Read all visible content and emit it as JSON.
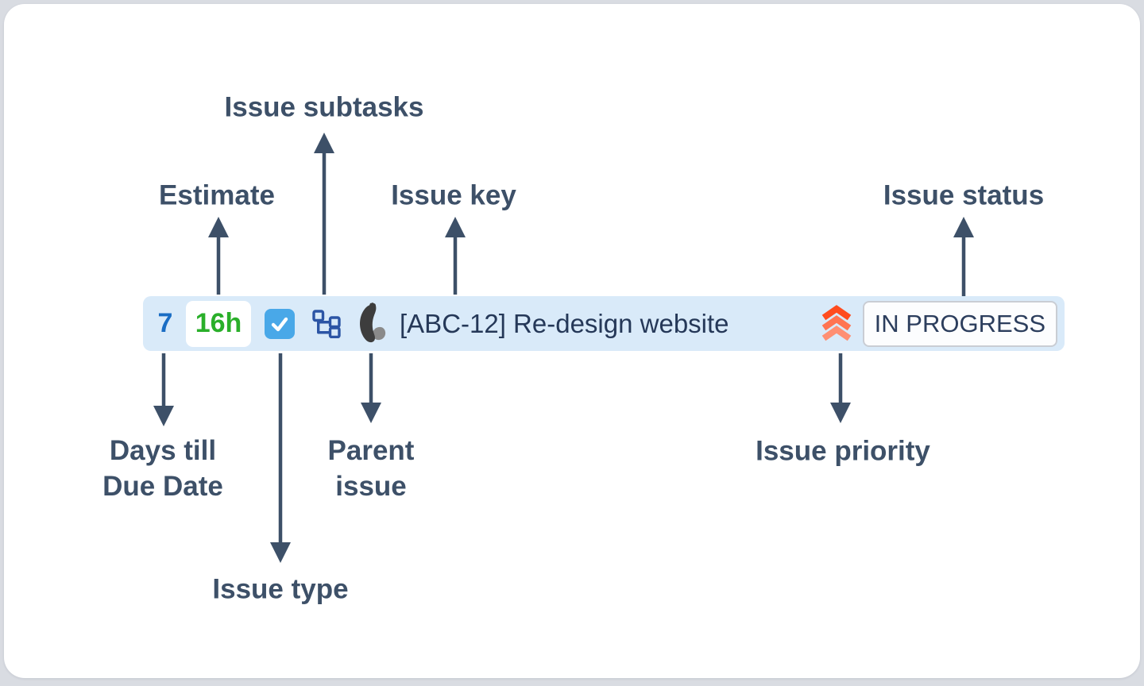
{
  "annotations": {
    "estimate": "Estimate",
    "issue_subtasks": "Issue subtasks",
    "issue_key": "Issue key",
    "issue_status": "Issue status",
    "days_till_due": {
      "line1": "Days till",
      "line2": "Due Date"
    },
    "issue_type": "Issue type",
    "parent_issue": {
      "line1": "Parent",
      "line2": "issue"
    },
    "issue_priority": "Issue priority"
  },
  "issue_row": {
    "days_till_due_value": "7",
    "estimate_value": "16h",
    "title": "[ABC-12] Re-design website",
    "status": "IN PROGRESS"
  },
  "icons": {
    "issue_type": "blue-checkbox-icon",
    "subtasks": "subtasks-tree-icon",
    "parent": "parent-issue-icon",
    "priority": "priority-highest-chevrons-icon"
  },
  "colors": {
    "page_background": "#d9dce2",
    "card_background": "#ffffff",
    "label_text": "#3d5068",
    "arrow": "#3d5068",
    "row_background": "#d9eaf9",
    "days_value": "#1a6dc4",
    "estimate_value": "#2aaf2a",
    "issue_type_fill": "#49a8e8",
    "subtasks_icon": "#2c55a5",
    "title_text": "#253858",
    "status_text": "#2c3e5d",
    "status_border": "#c9cdd4",
    "priority_top": "#ff4c1f",
    "priority_mid": "#ff7452",
    "priority_bottom": "#ff8f73"
  }
}
